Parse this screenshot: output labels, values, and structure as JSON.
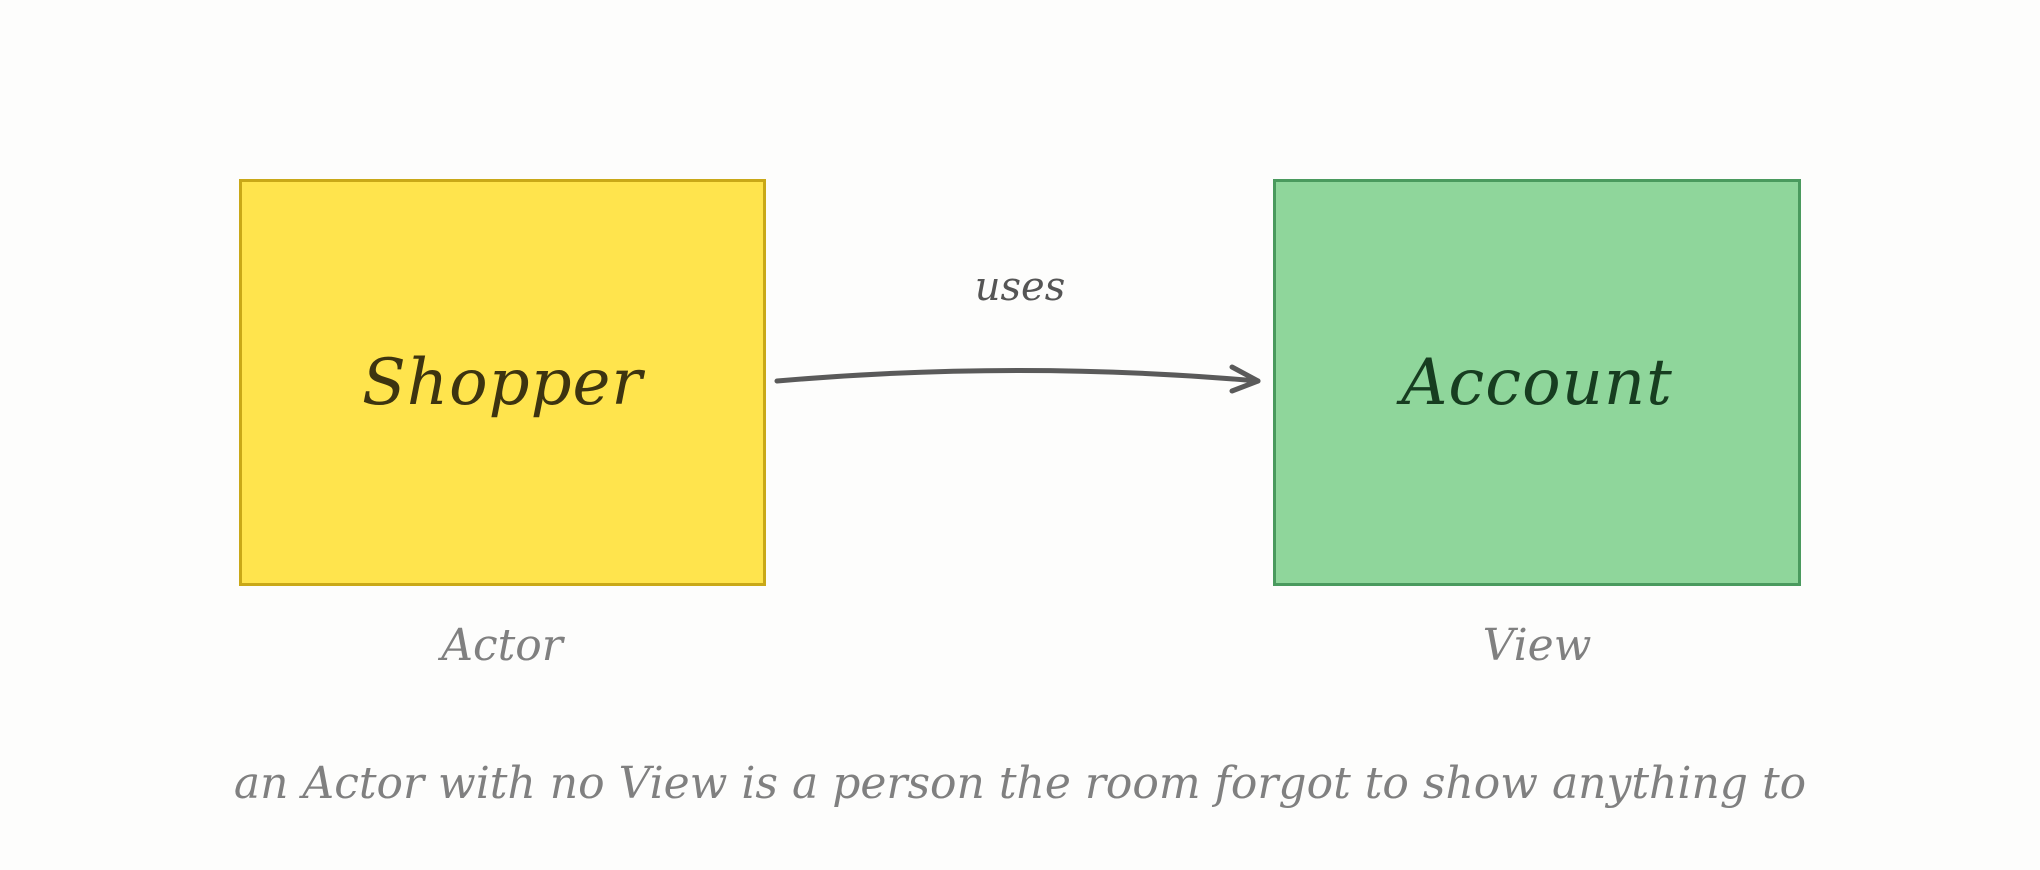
{
  "nodes": {
    "actor": {
      "label": "Shopper",
      "type_label": "Actor",
      "fill": "#ffe44d",
      "stroke": "#c9a818"
    },
    "view": {
      "label": "Account",
      "type_label": "View",
      "fill": "#8fd69b",
      "stroke": "#4a9a5e"
    }
  },
  "edge": {
    "label": "uses",
    "color": "#5a5a5a"
  },
  "caption": "an Actor with no View is a person the room forgot to show anything to"
}
